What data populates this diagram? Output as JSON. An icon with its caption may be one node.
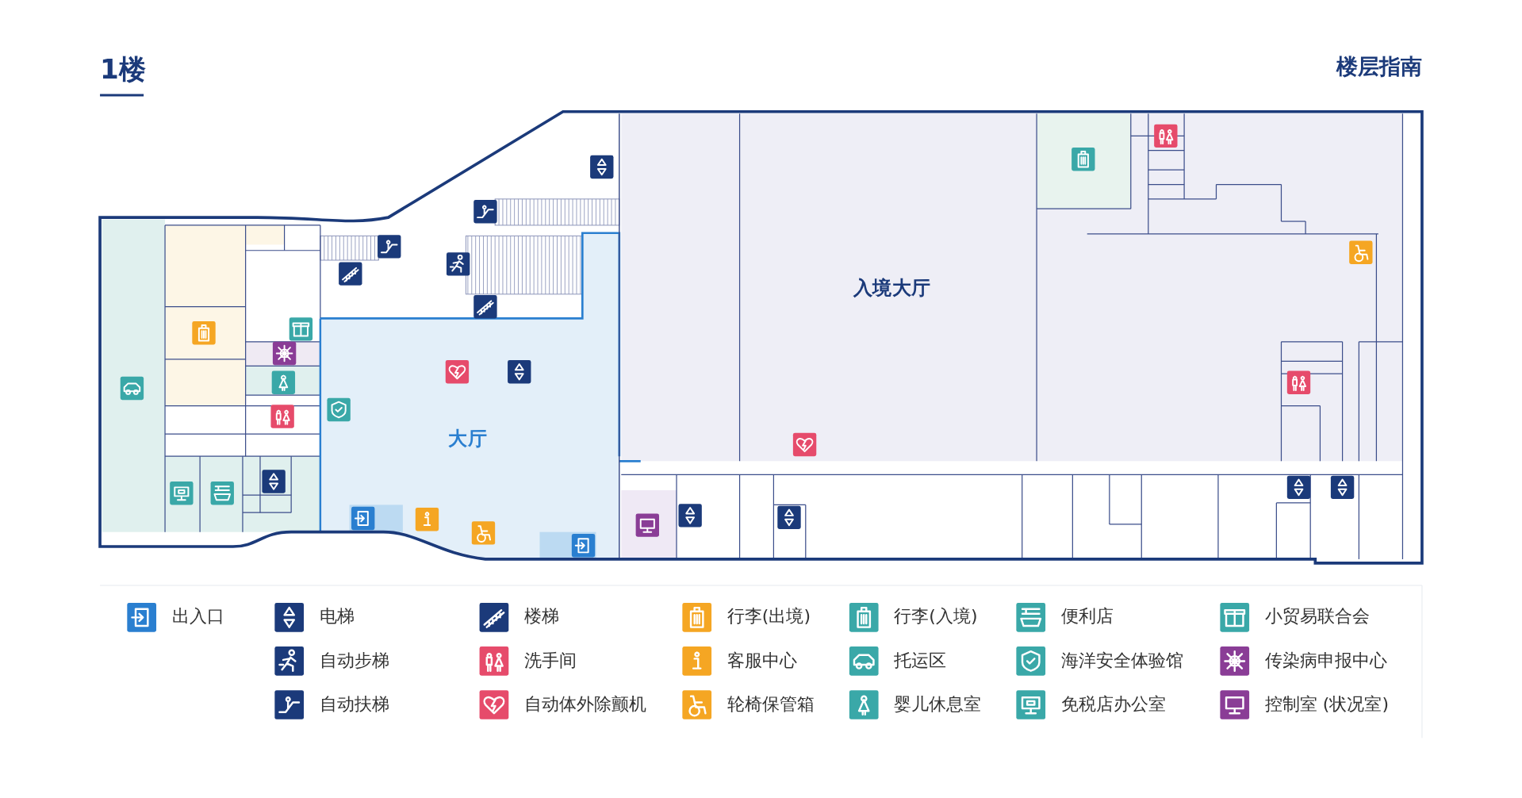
{
  "diagram": {
    "title": "1楼",
    "nodes": [
      {
        "text": [
          "入境大厅"
        ]
      },
      {
        "text": [
          "大厅"
        ]
      }
    ],
    "labels": [
      "楼层指南"
    ],
    "legend": [
      {
        "text": "出入口"
      },
      {
        "text": "电梯"
      },
      {
        "text": "楼梯"
      },
      {
        "text": "行李(出境)"
      },
      {
        "text": "行李(入境)"
      },
      {
        "text": "便利店"
      },
      {
        "text": "小贸易联合会"
      },
      {
        "text": "自动步梯"
      },
      {
        "text": "洗手间"
      },
      {
        "text": "客服中心"
      },
      {
        "text": "托运区"
      },
      {
        "text": "海洋安全体验馆"
      },
      {
        "text": "传染病申报中心"
      },
      {
        "text": "自动扶梯"
      },
      {
        "text": "自动体外除颤机"
      },
      {
        "text": "轮椅保管箱"
      },
      {
        "text": "婴儿休息室"
      },
      {
        "text": "免税店办公室"
      },
      {
        "text": "控制室 (状况室)"
      }
    ]
  }
}
